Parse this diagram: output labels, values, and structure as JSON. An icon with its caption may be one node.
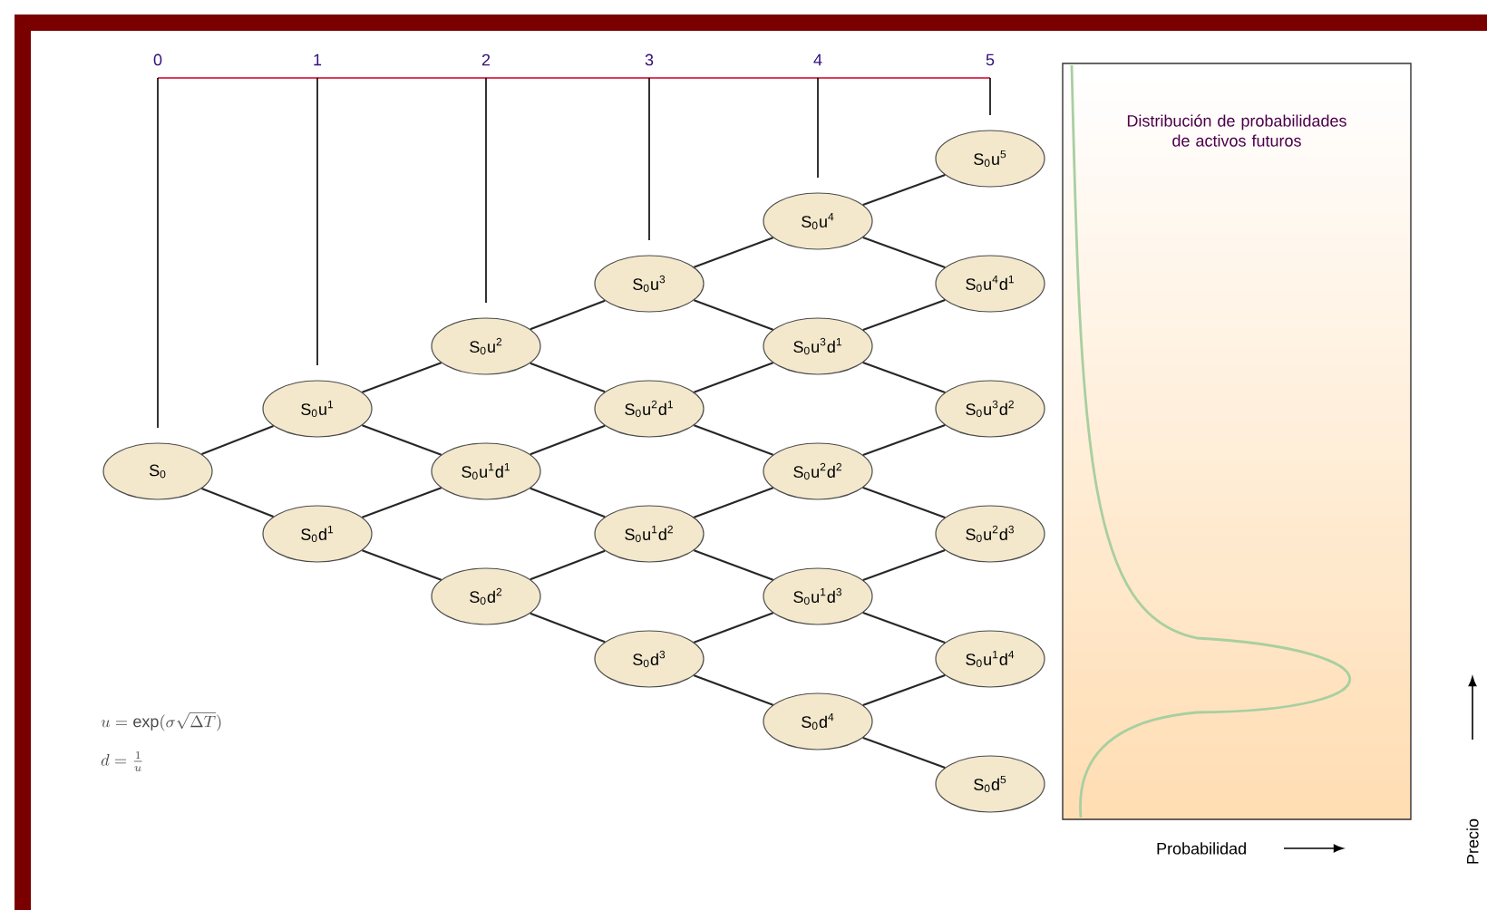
{
  "diagram": {
    "nodes": [
      {
        "text": [
          "S$_{0}$"
        ]
      },
      {
        "text": [
          "S$_{0}$u$^{1}$"
        ]
      },
      {
        "text": [
          "S$_{0}$d$^{1}$"
        ]
      },
      {
        "text": [
          "S$_{0}$u$^{2}$"
        ]
      },
      {
        "text": [
          "S$_{0}$u$^{1}$d$^{1}$"
        ]
      },
      {
        "text": [
          "S$_{0}$d$^{2}$"
        ]
      },
      {
        "text": [
          "S$_{0}$u$^{3}$"
        ]
      },
      {
        "text": [
          "S$_{0}$u$^{2}$d$^{1}$"
        ]
      },
      {
        "text": [
          "S$_{0}$u$^{1}$d$^{2}$"
        ]
      },
      {
        "text": [
          "S$_{0}$d$^{3}$"
        ]
      },
      {
        "text": [
          "S$_{0}$u$^{4}$"
        ]
      },
      {
        "text": [
          "S$_{0}$u$^{3}$d$^{1}$"
        ]
      },
      {
        "text": [
          "S$_{0}$u$^{2}$d$^{2}$"
        ]
      },
      {
        "text": [
          "S$_{0}$u$^{1}$d$^{3}$"
        ]
      },
      {
        "text": [
          "S$_{0}$d$^{4}$"
        ]
      },
      {
        "text": [
          "S$_{0}$u$^{5}$"
        ]
      },
      {
        "text": [
          "S$_{0}$u$^{4}$d$^{1}$"
        ]
      },
      {
        "text": [
          "S$_{0}$u$^{3}$d$^{2}$"
        ]
      },
      {
        "text": [
          "S$_{0}$u$^{2}$d$^{3}$"
        ]
      },
      {
        "text": [
          "S$_{0}$u$^{1}$d$^{4}$"
        ]
      },
      {
        "text": [
          "S$_{0}$d$^{5}$"
        ]
      },
      {
        "text": [
          "Distribución de probabilidades de activos futuros"
        ]
      }
    ],
    "edges": [
      {
        "from": 0,
        "to": 1,
        "arrow": "none"
      },
      {
        "from": 0,
        "to": 2,
        "arrow": "none"
      },
      {
        "from": 1,
        "to": 3,
        "arrow": "none"
      },
      {
        "from": 1,
        "to": 4,
        "arrow": "none"
      },
      {
        "from": 2,
        "to": 4,
        "arrow": "none"
      },
      {
        "from": 2,
        "to": 5,
        "arrow": "none"
      },
      {
        "from": 3,
        "to": 6,
        "arrow": "none"
      },
      {
        "from": 3,
        "to": 7,
        "arrow": "none"
      },
      {
        "from": 4,
        "to": 7,
        "arrow": "none"
      },
      {
        "from": 4,
        "to": 8,
        "arrow": "none"
      },
      {
        "from": 5,
        "to": 8,
        "arrow": "none"
      },
      {
        "from": 5,
        "to": 9,
        "arrow": "none"
      },
      {
        "from": 6,
        "to": 10,
        "arrow": "none"
      },
      {
        "from": 6,
        "to": 11,
        "arrow": "none"
      },
      {
        "from": 7,
        "to": 11,
        "arrow": "none"
      },
      {
        "from": 7,
        "to": 12,
        "arrow": "none"
      },
      {
        "from": 8,
        "to": 12,
        "arrow": "none"
      },
      {
        "from": 8,
        "to": 13,
        "arrow": "none"
      },
      {
        "from": 9,
        "to": 13,
        "arrow": "none"
      },
      {
        "from": 9,
        "to": 14,
        "arrow": "none"
      },
      {
        "from": 10,
        "to": 15,
        "arrow": "none"
      },
      {
        "from": 10,
        "to": 16,
        "arrow": "none"
      },
      {
        "from": 11,
        "to": 16,
        "arrow": "none"
      },
      {
        "from": 11,
        "to": 17,
        "arrow": "none"
      },
      {
        "from": 12,
        "to": 17,
        "arrow": "none"
      },
      {
        "from": 12,
        "to": 18,
        "arrow": "none"
      },
      {
        "from": 13,
        "to": 18,
        "arrow": "none"
      },
      {
        "from": 13,
        "to": 19,
        "arrow": "none"
      },
      {
        "from": 14,
        "to": 19,
        "arrow": "none"
      },
      {
        "from": 14,
        "to": 20,
        "arrow": "none"
      }
    ],
    "labels": [
      "0",
      "1",
      "2",
      "3",
      "4",
      "5",
      "u = \\exp(\\sigma \\sqrt{\\Delta T})",
      "d = \\frac{1}{u}",
      "Precio",
      "Probabilidad"
    ]
  }
}
